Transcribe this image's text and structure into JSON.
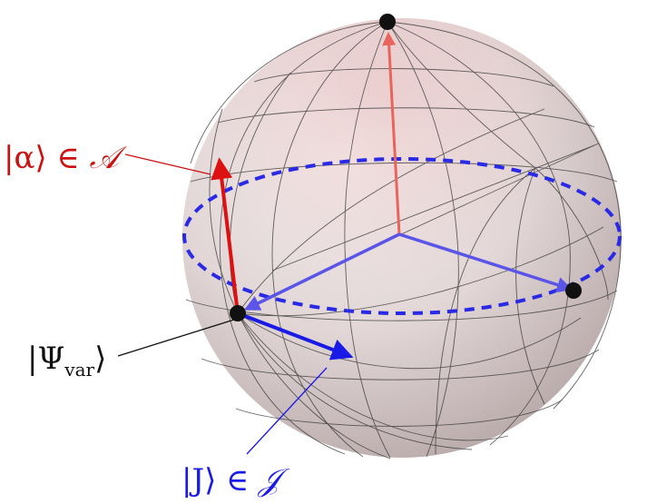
{
  "labels": {
    "alpha": {
      "ket": "|α⟩ ∈ ",
      "set": "𝒜"
    },
    "psi": {
      "ket": "|Ψ",
      "sub": "var",
      "close": "⟩"
    },
    "j": {
      "ket": "|J⟩ ∈ ",
      "set": "𝒥"
    }
  },
  "colors": {
    "red": "#cc1111",
    "blue": "#1a1ae6",
    "black": "#111111",
    "sphere_fill": "#e8dede"
  }
}
